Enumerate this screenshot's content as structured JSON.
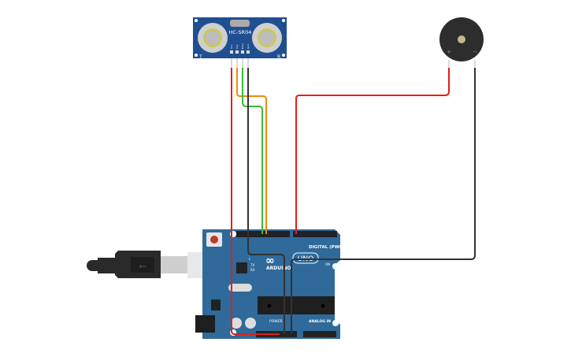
{
  "sensor": {
    "model": "HC-SR04",
    "transmitter_mark": "T",
    "receiver_mark": "R",
    "pins": [
      "Vcc",
      "Trig",
      "Echo",
      "Gnd"
    ]
  },
  "buzzer": {
    "plus_label": "+",
    "minus_label": "−"
  },
  "arduino": {
    "brand": "ARDUINO",
    "model": "UNO",
    "digital_label": "DIGITAL (PWM~)",
    "power_label": "POWER",
    "analog_label": "ANALOG IN",
    "tx_label": "TX",
    "rx_label": "RX",
    "l_label": "L",
    "on_label": "ON"
  },
  "wire_colors": {
    "red": "#e0201c",
    "orange": "#f08a0c",
    "green": "#3cb83c",
    "black": "#333333"
  },
  "board_color": "#2f6a9a"
}
